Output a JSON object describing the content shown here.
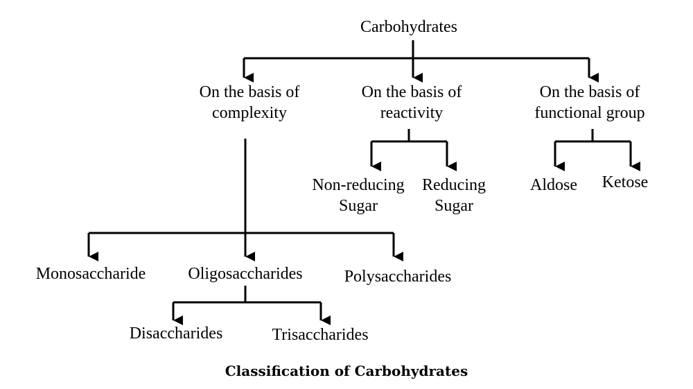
{
  "diagram": {
    "root": "Carbohydrates",
    "branches": {
      "complexity": {
        "label_line1": "On the basis of",
        "label_line2": "complexity",
        "children": {
          "mono": "Monosaccharide",
          "oligo": "Oligosaccharides",
          "poly": "Polysaccharides"
        },
        "oligo_children": {
          "di": "Disaccharides",
          "tri": "Trisaccharides"
        }
      },
      "reactivity": {
        "label_line1": "On the basis of",
        "label_line2": "reactivity",
        "nonreducing_line1": "Non-reducing",
        "nonreducing_line2": "Sugar",
        "reducing_line1": "Reducing",
        "reducing_line2": "Sugar"
      },
      "functional": {
        "label_line1": "On the basis of",
        "label_line2": "functional group",
        "aldose": "Aldose",
        "ketose": "Ketose"
      }
    },
    "caption": "Classification of Carbohydrates",
    "line_color": "#000000"
  }
}
